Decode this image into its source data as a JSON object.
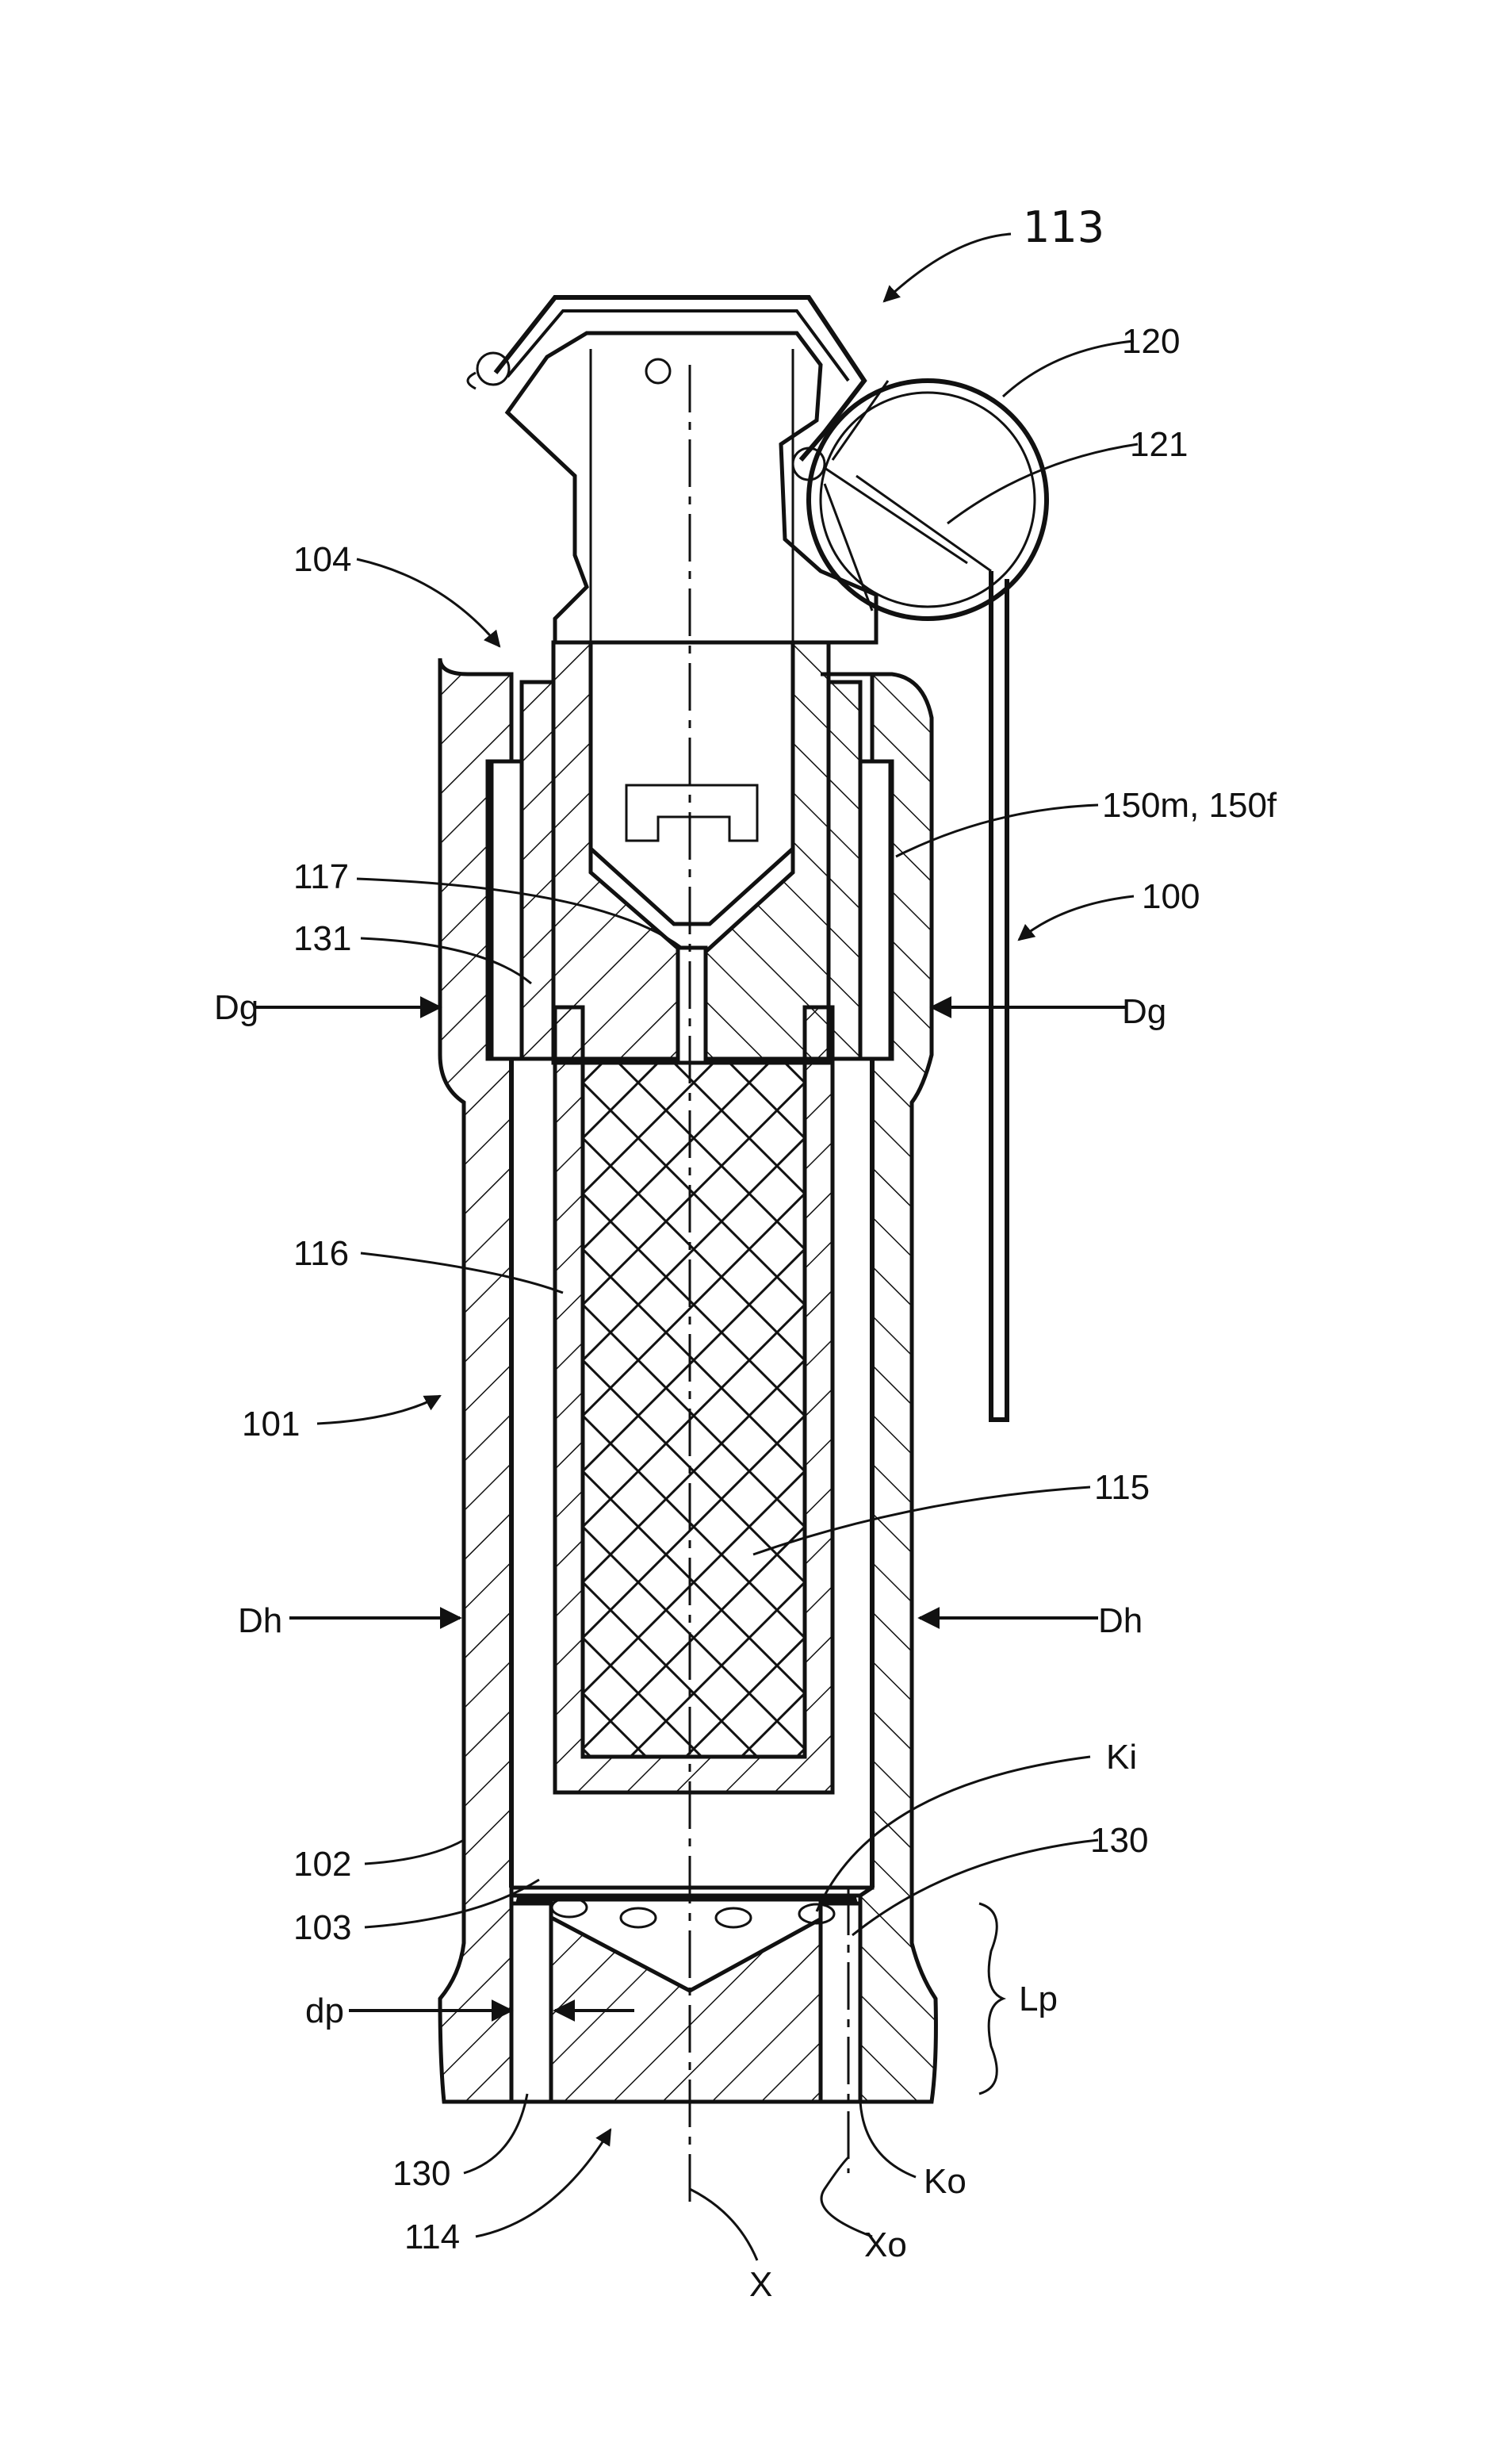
{
  "labels": {
    "l113": "113",
    "l120": "120",
    "l121": "121",
    "l104": "104",
    "l150": "150m, 150f",
    "l100": "100",
    "l117": "117",
    "l131": "131",
    "dg_left": "Dg",
    "dg_right": "Dg",
    "l116": "116",
    "l101": "101",
    "l115": "115",
    "dh_left": "Dh",
    "dh_right": "Dh",
    "ki": "Ki",
    "l130_top": "130",
    "l102": "102",
    "l103": "103",
    "lp": "Lp",
    "dp": "dp",
    "l130_bottom": "130",
    "ko": "Ko",
    "l114": "114",
    "x": "X",
    "xo": "Xo"
  },
  "colors": {
    "ink": "#111111",
    "paper": "#ffffff"
  }
}
